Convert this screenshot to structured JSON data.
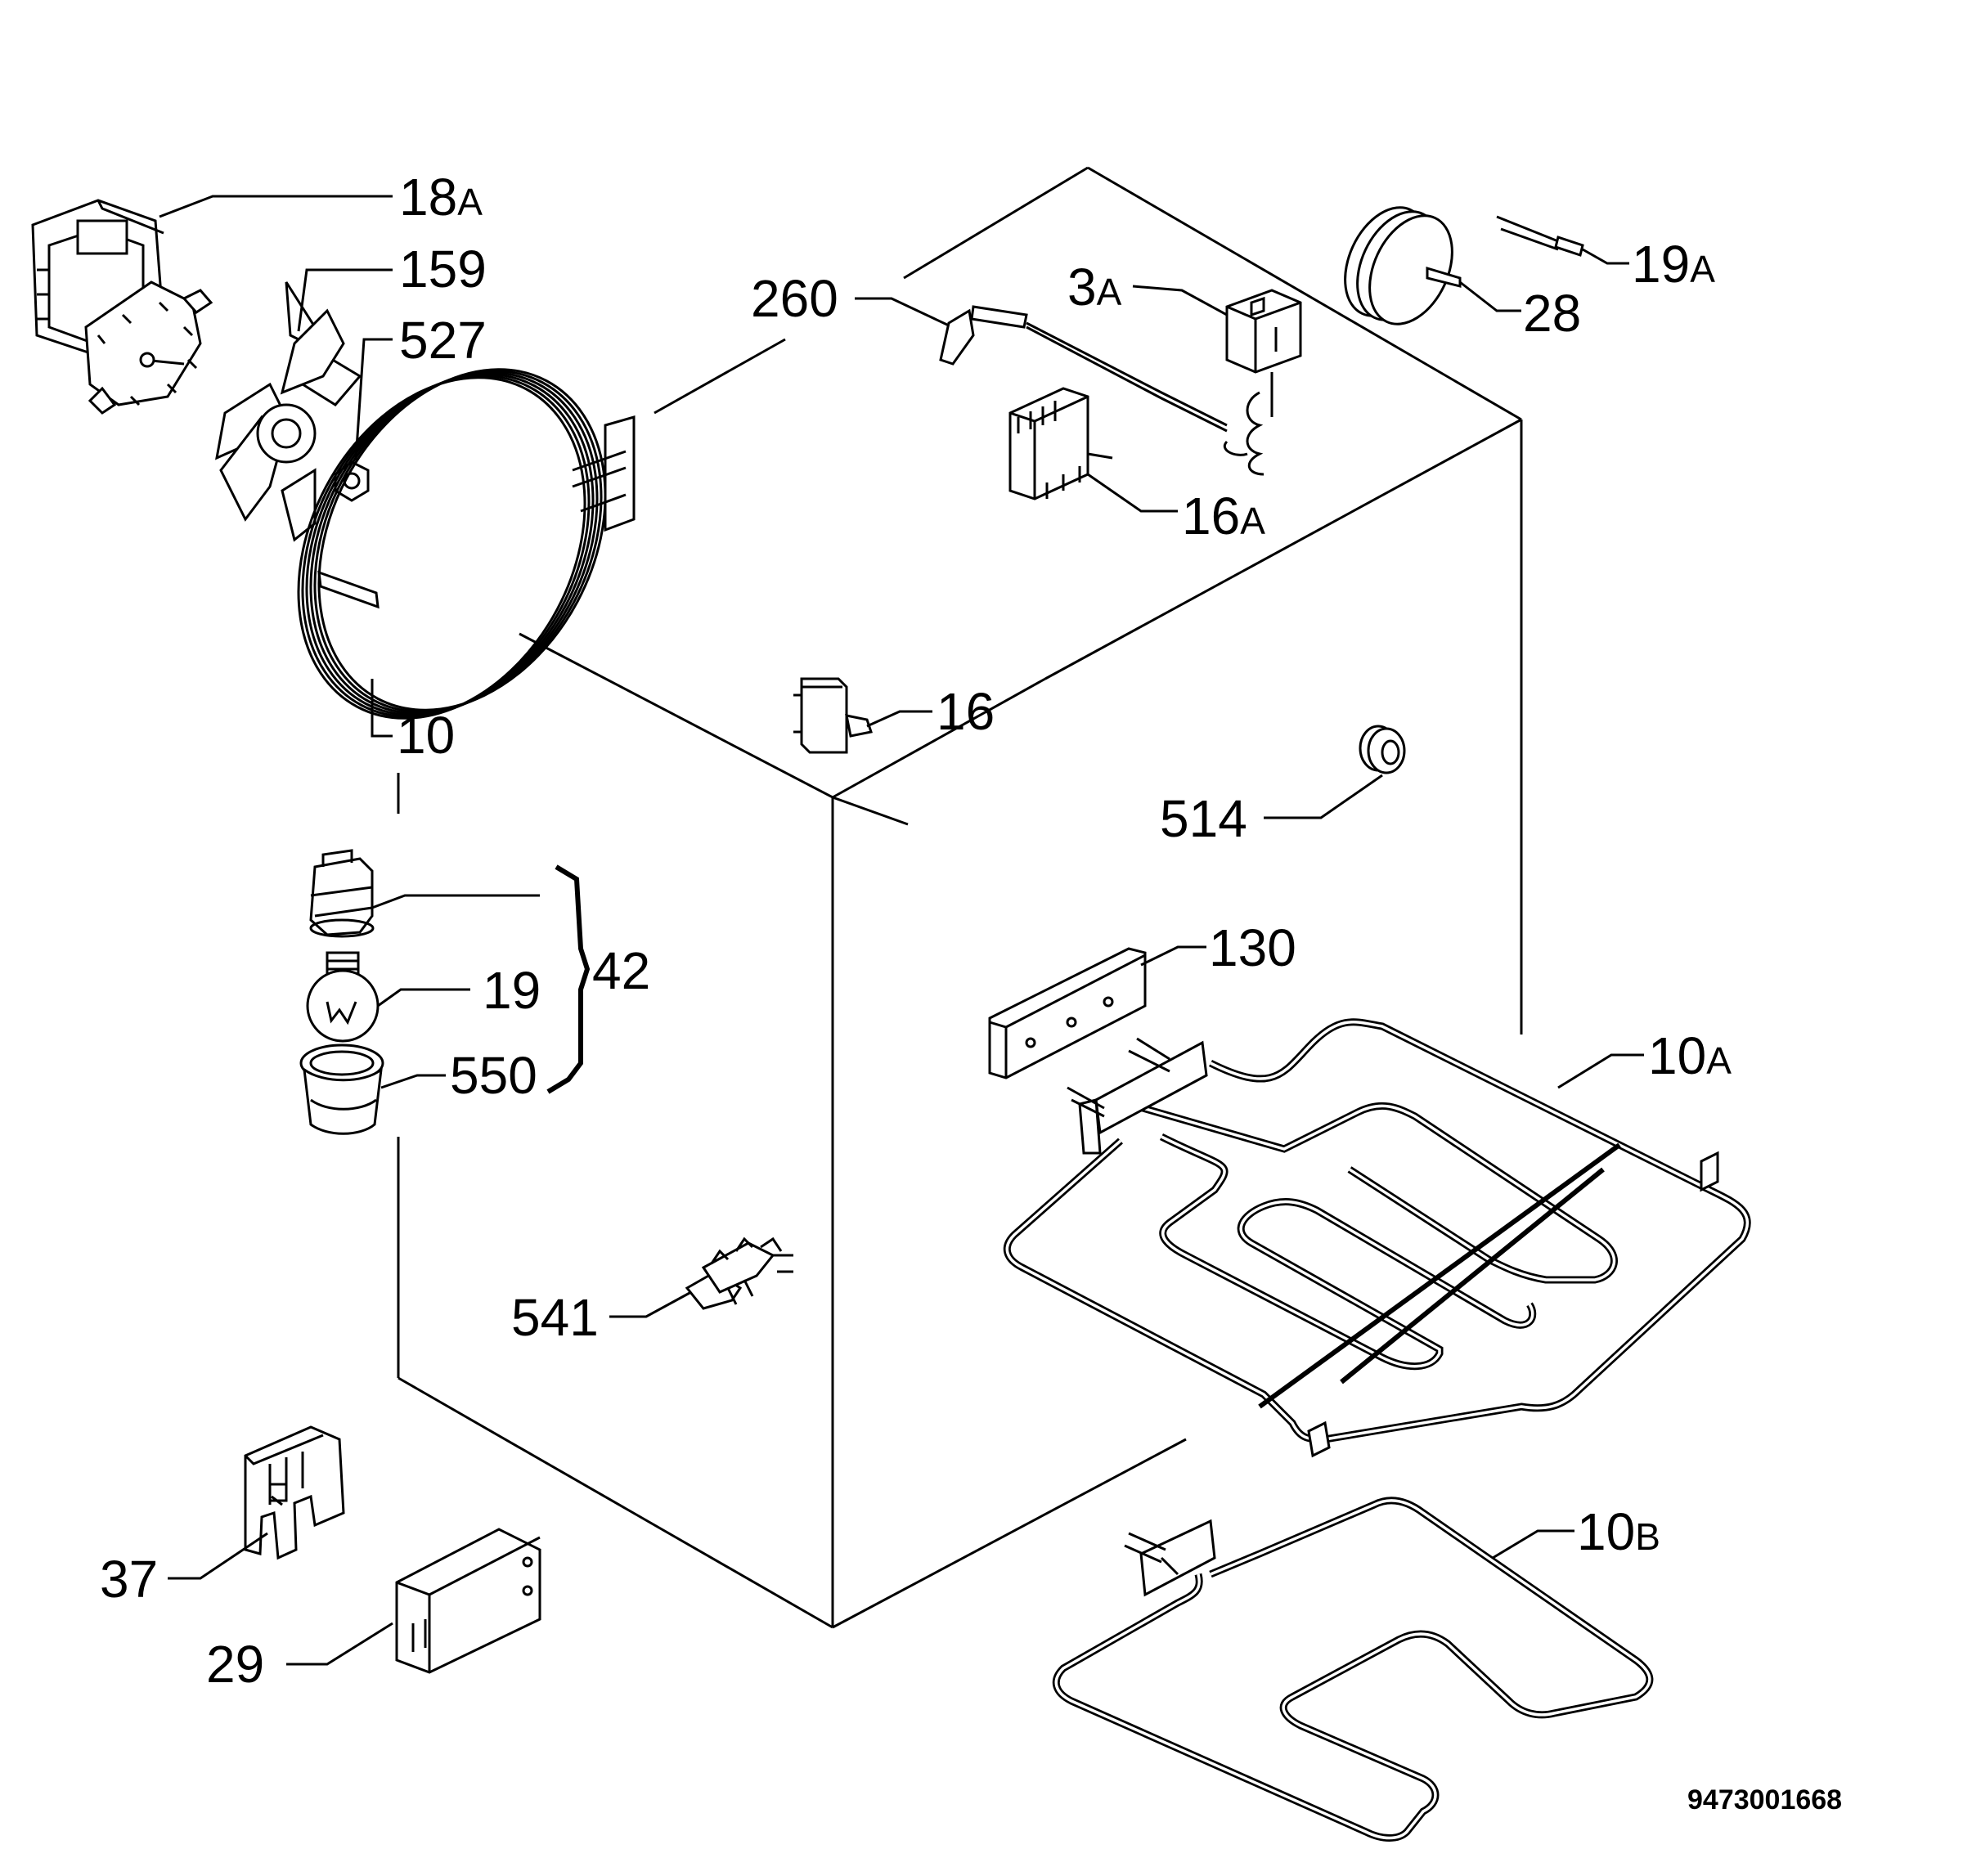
{
  "labels": {
    "18a": {
      "num": "18",
      "suf": "A"
    },
    "159": "159",
    "527": "527",
    "10": "10",
    "260": "260",
    "3a": {
      "num": "3",
      "suf": "A"
    },
    "28": "28",
    "19a": {
      "num": "19",
      "suf": "A"
    },
    "16a": {
      "num": "16",
      "suf": "A"
    },
    "16": "16",
    "514": "514",
    "130": "130",
    "10a": {
      "num": "10",
      "suf": "A"
    },
    "42": "42",
    "19": "19",
    "550": "550",
    "541": "541",
    "37": "37",
    "29": "29",
    "10b": {
      "num": "10",
      "suf": "B"
    }
  },
  "document_number": "9473001668"
}
